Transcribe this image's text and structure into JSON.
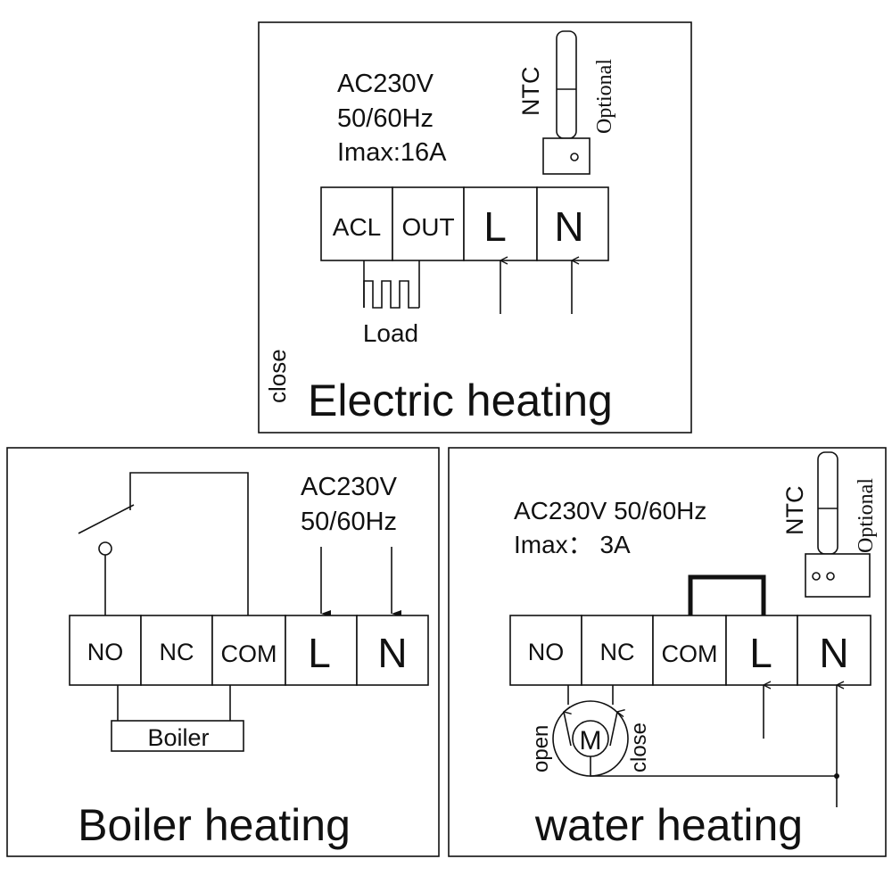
{
  "electric": {
    "title": "Electric heating",
    "specs": [
      "AC230V",
      "50/60Hz",
      "Imax:16A"
    ],
    "ntc": "NTC",
    "optional": "Optional",
    "terminals": [
      "ACL",
      "OUT",
      "L",
      "N"
    ],
    "load": "Load",
    "close": "close"
  },
  "boiler": {
    "title": "Boiler heating",
    "specs": [
      "AC230V",
      "50/60Hz"
    ],
    "terminals": [
      "NO",
      "NC",
      "COM",
      "L",
      "N"
    ],
    "device": "Boiler"
  },
  "water": {
    "title": "water heating",
    "specs": [
      "AC230V 50/60Hz",
      "Imax： 3A"
    ],
    "ntc": "NTC",
    "optional": "Optional",
    "terminals": [
      "NO",
      "NC",
      "COM",
      "L",
      "N"
    ],
    "motor": "M",
    "open": "open",
    "close": "close"
  }
}
